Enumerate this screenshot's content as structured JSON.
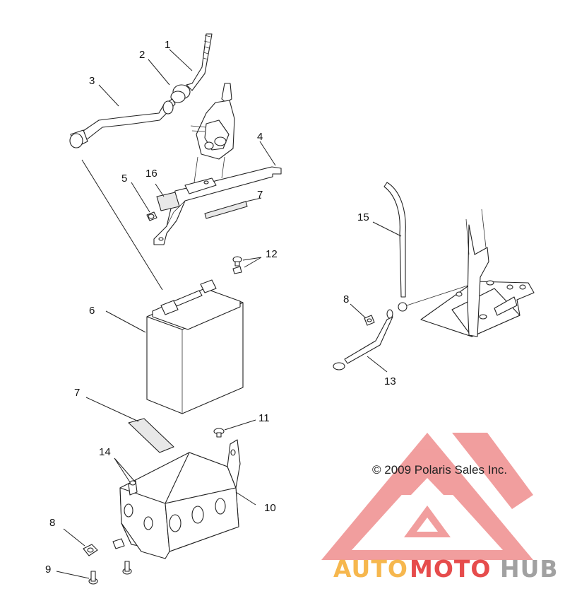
{
  "diagram": {
    "callouts": {
      "c1": "1",
      "c2": "2",
      "c3": "3",
      "c4": "4",
      "c5": "5",
      "c16": "16",
      "c7a": "7",
      "c12": "12",
      "c6": "6",
      "c7b": "7",
      "c11": "11",
      "c14": "14",
      "c10": "10",
      "c8a": "8",
      "c9": "9",
      "c15": "15",
      "c8b": "8",
      "c13": "13"
    },
    "copyright": "© 2009 Polaris Sales Inc."
  },
  "watermark": {
    "auto": "AUTO",
    "moto": "MOTO",
    "hub": "HUB",
    "colors": {
      "orange": "#f5a623",
      "red": "#e02020",
      "grey": "#8a8a8a"
    }
  }
}
